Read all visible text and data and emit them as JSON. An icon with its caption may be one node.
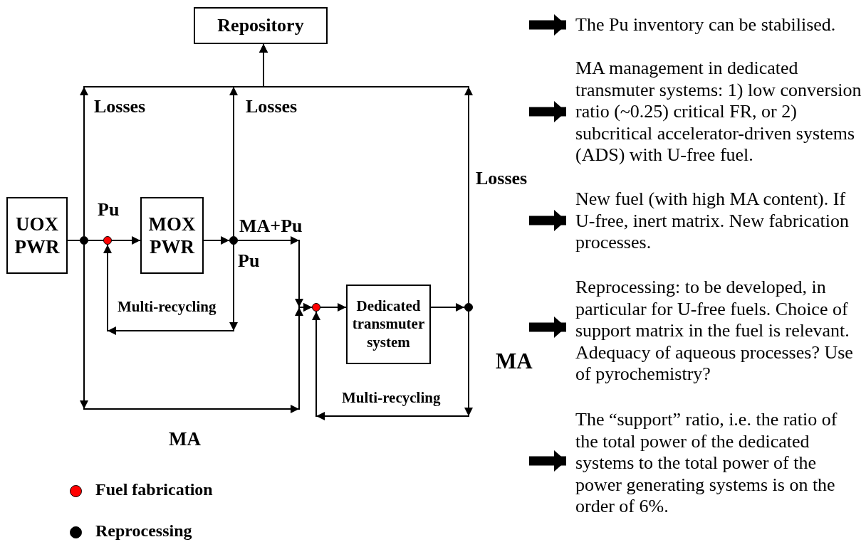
{
  "diagram": {
    "nodes": [
      {
        "text": [
          "Repository"
        ]
      },
      {
        "text": [
          "UOX PWR"
        ]
      },
      {
        "text": [
          "MOX PWR"
        ]
      },
      {
        "text": [
          "Dedicated transmuter system"
        ]
      },
      {
        "text": [],
        "shape": "circle"
      },
      {
        "text": [],
        "shape": "circle"
      },
      {
        "text": [],
        "shape": "circle"
      },
      {
        "text": [],
        "shape": "circle"
      },
      {
        "text": [],
        "shape": "circle"
      },
      {
        "text": [
          "The Pu inventory can be stabilised."
        ]
      },
      {
        "text": [
          "MA management in dedicated transmuter systems: 1) low conversion ratio (~0.25) critical FR, or 2) subcritical accelerator-driven systems (ADS) with U-free fuel."
        ]
      },
      {
        "text": [
          "New fuel (with high MA content). If U-free, inert matrix. New fabrication processes."
        ]
      },
      {
        "text": [
          "Reprocessing: to be developed, in particular for U-free fuels. Choice of support matrix in the fuel is relevant. Adequacy of aqueous processes? Use of pyrochemistry?"
        ]
      },
      {
        "text": [
          "The “support” ratio, i.e. the ratio of the total power of the dedicated systems to the total power of the power generating systems is on the order of 6%."
        ]
      }
    ],
    "edges": [
      {
        "from": 1,
        "to": 4,
        "arrow": "none"
      },
      {
        "from": 4,
        "to": 5,
        "arrow": "none"
      },
      {
        "from": 5,
        "to": 2,
        "arrow": "to",
        "label": "Pu"
      },
      {
        "from": 2,
        "to": 6,
        "arrow": "to"
      },
      {
        "from": 4,
        "to": 0,
        "arrow": "to",
        "label": "Losses"
      },
      {
        "from": 6,
        "to": 0,
        "arrow": "to",
        "label": "Losses"
      },
      {
        "from": 8,
        "to": 0,
        "arrow": "to",
        "label": "Losses"
      },
      {
        "from": 6,
        "to": 5,
        "arrow": "to",
        "label": "Pu"
      },
      {
        "from": 6,
        "to": 7,
        "arrow": "to",
        "label": "MA+Pu"
      },
      {
        "from": 4,
        "to": 7,
        "arrow": "to",
        "label": "MA"
      },
      {
        "from": 7,
        "to": 3,
        "arrow": "to"
      },
      {
        "from": 3,
        "to": 8,
        "arrow": "to"
      },
      {
        "from": 8,
        "to": 7,
        "arrow": "to",
        "label": "MA"
      },
      {
        "from": null,
        "to": 9,
        "arrow": "to",
        "style": "thick"
      },
      {
        "from": null,
        "to": 10,
        "arrow": "to",
        "style": "thick"
      },
      {
        "from": null,
        "to": 11,
        "arrow": "to",
        "style": "thick"
      },
      {
        "from": null,
        "to": 12,
        "arrow": "to",
        "style": "thick"
      },
      {
        "from": null,
        "to": 13,
        "arrow": "to",
        "style": "thick"
      }
    ],
    "labels": [
      "Multi-recycling",
      "Multi-recycling"
    ],
    "legend": [
      {
        "text": "Fuel fabrication",
        "color": "#ff0000"
      },
      {
        "text": "Reprocessing",
        "color": "#000000"
      }
    ]
  }
}
